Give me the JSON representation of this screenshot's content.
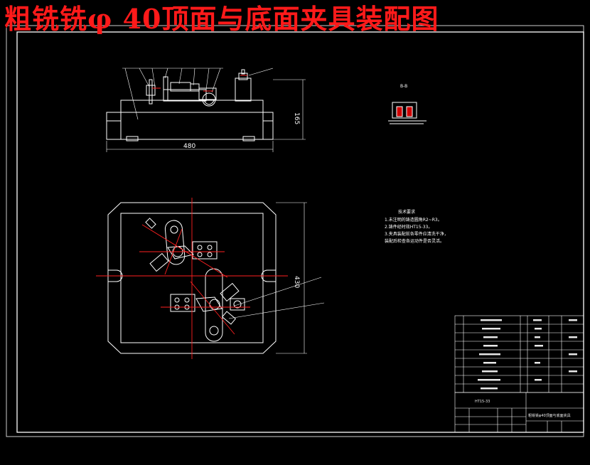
{
  "title": "粗铣铣φ 40顶面与底面夹具装配图",
  "views": {
    "front": {
      "width_dim": "480",
      "height_dim": "165"
    },
    "section": {
      "label": "B-B"
    },
    "plan": {
      "height_dim": "430"
    }
  },
  "notes": {
    "heading": "技术要求",
    "lines": [
      "1.未注明的铸造圆角R2~R3。",
      "2.铸件经时效HT15-33。",
      "3.夹具装配前各零件应清洗干净，",
      "  装配后检查各运动件是否灵活。"
    ]
  },
  "title_block": {
    "material": "HT15-33",
    "drawing_name": "粗铣铣φ40顶面与底面夹具"
  },
  "colors": {
    "title": "#ff1a1a",
    "frame": "#ffffff",
    "object": "#ffffff",
    "dimension": "#ff2020",
    "fill": "#d00000"
  }
}
